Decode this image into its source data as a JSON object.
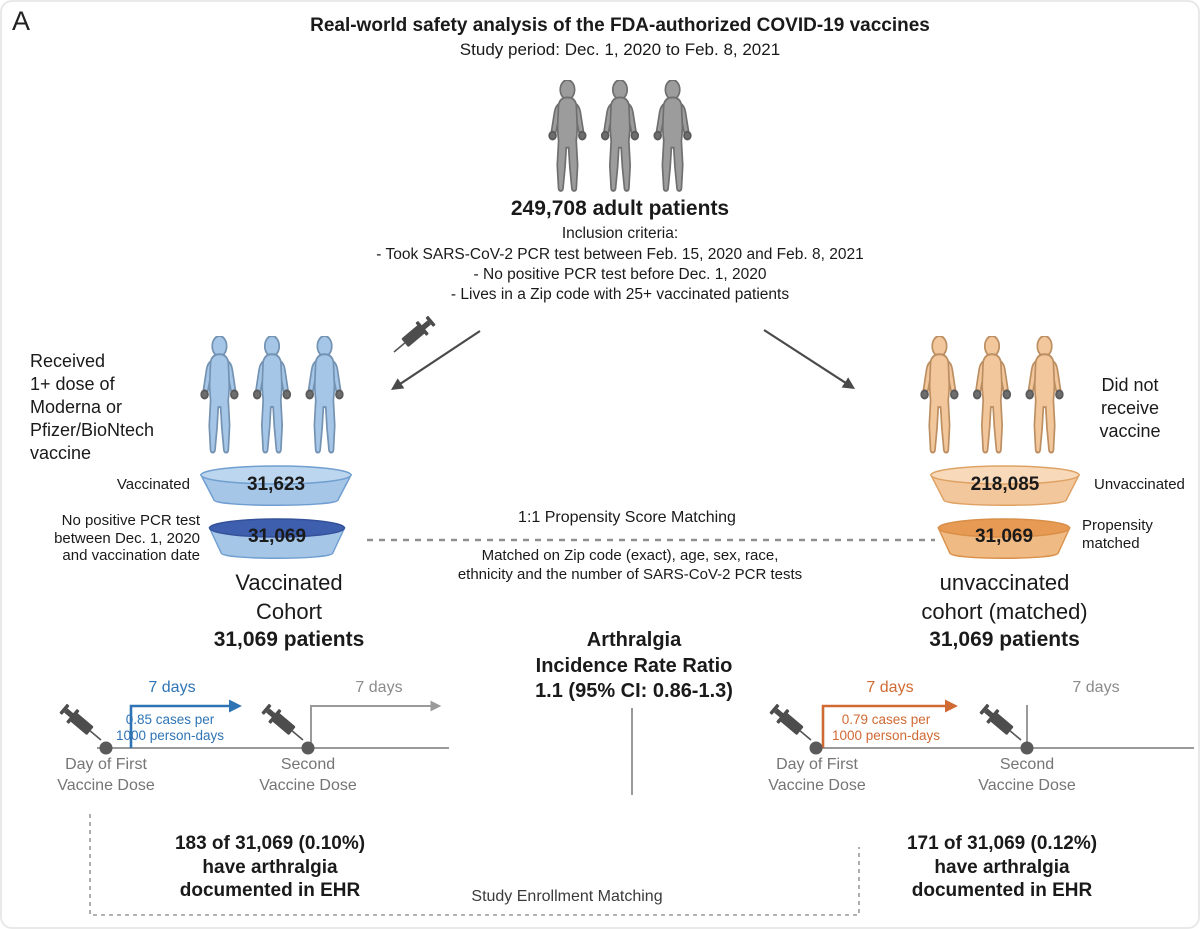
{
  "panel_label": "A",
  "header": {
    "title": "Real-world safety analysis of the FDA-authorized COVID-19 vaccines",
    "subtitle": "Study period: Dec. 1, 2020 to Feb. 8, 2021"
  },
  "population": {
    "count": "249,708 adult patients",
    "criteria_heading": "Inclusion criteria:",
    "criteria": "- Took SARS-CoV-2 PCR test between Feb. 15, 2020 and Feb. 8, 2021\n- No positive PCR test before Dec. 1, 2020\n- Lives in a Zip code with 25+ vaccinated patients"
  },
  "matching": {
    "title": "1:1 Propensity Score Matching",
    "detail": "Matched on Zip code (exact), age, sex, race,\nethnicity and the number of SARS-CoV-2 PCR tests"
  },
  "result": {
    "text": "Arthralgia\nIncidence Rate Ratio\n1.1 (95% CI: 0.86-1.3)"
  },
  "enrollment": {
    "label": "Study Enrollment Matching"
  },
  "vaccinated": {
    "branch_label": "Received\n1+ dose of\nModerna or\nPfizer/BioNtech\nvaccine",
    "funnel1_label": "Vaccinated",
    "funnel1_value": "31,623",
    "funnel2_label": "No positive PCR test\nbetween Dec. 1, 2020\nand vaccination date",
    "funnel2_value": "31,069",
    "cohort_name": "Vaccinated\nCohort",
    "cohort_size": "31,069 patients",
    "timeline": {
      "window1_label": "7 days",
      "incidence": "0.85 cases per\n1000 person-days",
      "window2_label": "7 days",
      "dose1_label": "Day of First\nVaccine Dose",
      "dose2_label": "Second\nVaccine Dose"
    },
    "outcome": "183 of 31,069 (0.10%)\nhave arthralgia\ndocumented in EHR"
  },
  "unvaccinated": {
    "branch_label": "Did not\nreceive\nvaccine",
    "funnel1_label": "Unvaccinated",
    "funnel1_value": "218,085",
    "funnel2_label": "Propensity\nmatched",
    "funnel2_value": "31,069",
    "cohort_name": "unvaccinated\ncohort (matched)",
    "cohort_size": "31,069 patients",
    "timeline": {
      "window1_label": "7 days",
      "incidence": "0.79 cases per\n1000 person-days",
      "window2_label": "7 days",
      "dose1_label": "Day of First\nVaccine Dose",
      "dose2_label": "Second\nVaccine Dose"
    },
    "outcome": "171 of 31,069 (0.12%)\nhave arthralgia\ndocumented in EHR"
  },
  "colors": {
    "vaccinated_accent": "#2e74b5",
    "unvaccinated_accent": "#d06a33",
    "vaccinated_fill": "#a6c6e8",
    "unvaccinated_fill": "#f3c79c",
    "neutral_gray": "#9a9a9a"
  }
}
